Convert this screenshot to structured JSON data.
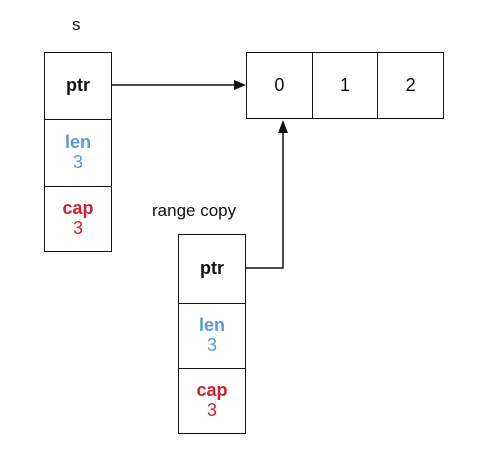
{
  "slice_s": {
    "label": "s",
    "ptr": "ptr",
    "len_name": "len",
    "len_value": "3",
    "cap_name": "cap",
    "cap_value": "3"
  },
  "slice_copy": {
    "label": "range copy",
    "ptr": "ptr",
    "len_name": "len",
    "len_value": "3",
    "cap_name": "cap",
    "cap_value": "3"
  },
  "array": {
    "elements": [
      "0",
      "1",
      "2"
    ]
  },
  "colors": {
    "len": "#5b9bd5",
    "cap": "#cc2233",
    "line": "#111111"
  }
}
